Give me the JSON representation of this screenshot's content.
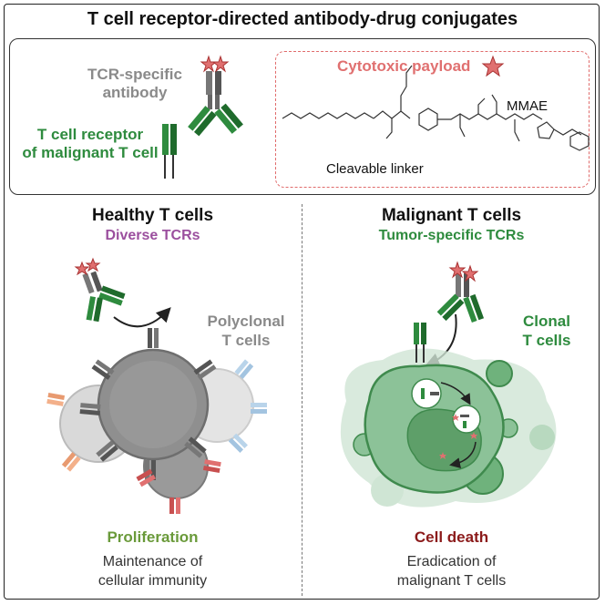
{
  "title": "T cell receptor-directed antibody-drug conjugates",
  "top": {
    "antibody_label_line1": "TCR-specific",
    "antibody_label_line2": "antibody",
    "receptor_label_line1": "T cell receptor",
    "receptor_label_line2": "of malignant T cell",
    "payload_label": "Cytotoxic payload",
    "mmae_label": "MMAE",
    "linker_label": "Cleavable linker"
  },
  "left": {
    "heading": "Healthy T cells",
    "subheading": "Diverse TCRs",
    "cells_label_line1": "Polyclonal",
    "cells_label_line2": "T cells",
    "outcome": "Proliferation",
    "description_line1": "Maintenance of",
    "description_line2": "cellular immunity"
  },
  "right": {
    "heading": "Malignant T cells",
    "subheading": "Tumor-specific TCRs",
    "cells_label_line1": "Clonal",
    "cells_label_line2": "T cells",
    "outcome": "Cell death",
    "description_line1": "Eradication of",
    "description_line2": "malignant T cells"
  },
  "colors": {
    "green": "#2e8b3e",
    "purple": "#9b4f9e",
    "gray_label": "#8a8a8a",
    "dark_red": "#8b1a1a",
    "payload_red": "#e07070"
  }
}
